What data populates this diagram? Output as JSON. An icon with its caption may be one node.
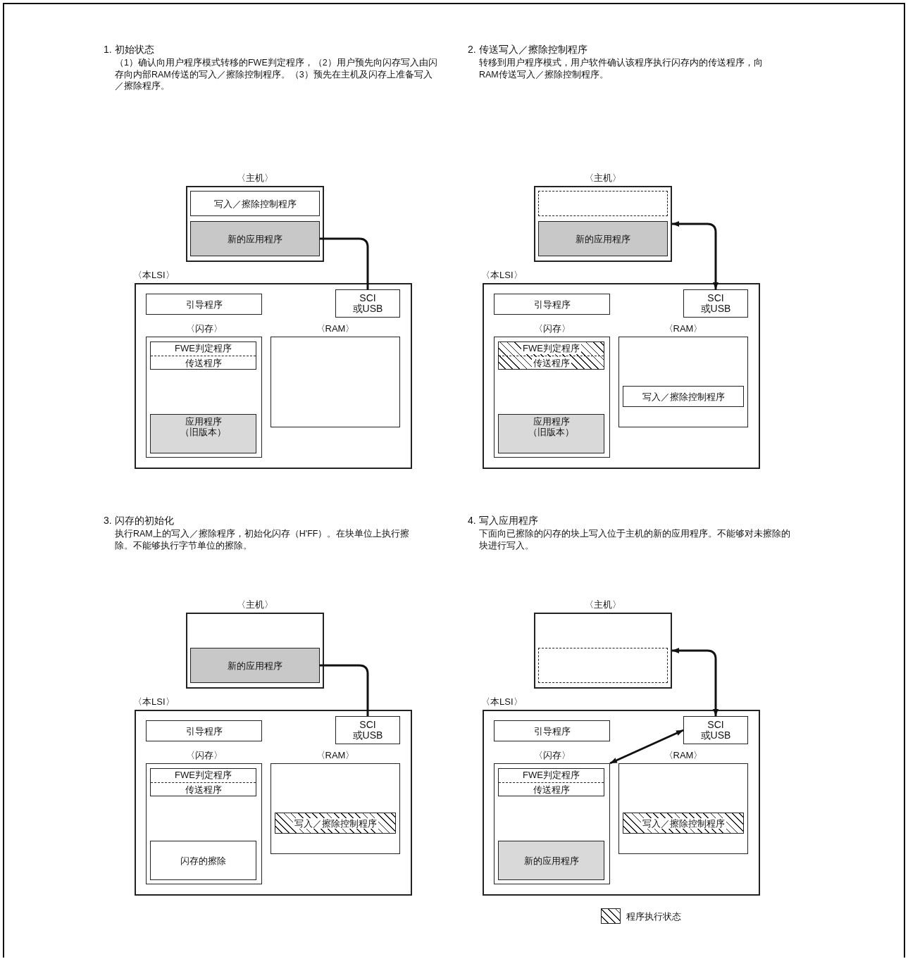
{
  "diagram": {
    "nodes": [
      {
        "text": [
          "〈主机〉"
        ]
      },
      {
        "text": [
          "写入／擦除控制程序"
        ],
        "in": 0
      },
      {
        "text": [
          "新的应用程序"
        ],
        "in": 0
      },
      {
        "text": [
          "〈本LSI〉"
        ]
      },
      {
        "text": [
          "引导程序"
        ],
        "in": 3
      },
      {
        "text": [
          "SCI 或USB"
        ],
        "in": 3
      },
      {
        "text": [
          "〈闪存〉"
        ],
        "in": 3
      },
      {
        "text": [
          "FWE判定程序",
          "传送程序"
        ],
        "in": 6
      },
      {
        "text": [
          "应用程序（旧版本）"
        ],
        "in": 6
      },
      {
        "text": [
          "〈RAM〉"
        ],
        "in": 3
      },
      {
        "text": [
          "〈主机〉"
        ]
      },
      {
        "text": [],
        "shape": "box",
        "in": 10
      },
      {
        "text": [
          "新的应用程序"
        ],
        "in": 10
      },
      {
        "text": [
          "〈本LSI〉"
        ]
      },
      {
        "text": [
          "引导程序"
        ],
        "in": 13
      },
      {
        "text": [
          "SCI 或USB"
        ],
        "in": 13
      },
      {
        "text": [
          "〈闪存〉"
        ],
        "in": 13
      },
      {
        "text": [
          "FWE判定程序",
          "传送程序"
        ],
        "in": 16
      },
      {
        "text": [
          "应用程序（旧版本）"
        ],
        "in": 16
      },
      {
        "text": [
          "〈RAM〉"
        ],
        "in": 13
      },
      {
        "text": [
          "写入／擦除控制程序"
        ],
        "in": 19
      },
      {
        "text": [
          "〈主机〉"
        ]
      },
      {
        "text": [
          "新的应用程序"
        ],
        "in": 21
      },
      {
        "text": [
          "〈本LSI〉"
        ]
      },
      {
        "text": [
          "引导程序"
        ],
        "in": 23
      },
      {
        "text": [
          "SCI 或USB"
        ],
        "in": 23
      },
      {
        "text": [
          "〈闪存〉"
        ],
        "in": 23
      },
      {
        "text": [
          "FWE判定程序",
          "传送程序"
        ],
        "in": 26
      },
      {
        "text": [
          "闪存的擦除"
        ],
        "in": 26
      },
      {
        "text": [
          "〈RAM〉"
        ],
        "in": 23
      },
      {
        "text": [
          "写入／擦除控制程序"
        ],
        "in": 29
      },
      {
        "text": [
          "〈主机〉"
        ]
      },
      {
        "text": [],
        "shape": "box",
        "in": 31
      },
      {
        "text": [
          "〈本LSI〉"
        ]
      },
      {
        "text": [
          "引导程序"
        ],
        "in": 33
      },
      {
        "text": [
          "SCI 或USB"
        ],
        "in": 33
      },
      {
        "text": [
          "〈闪存〉"
        ],
        "in": 33
      },
      {
        "text": [
          "FWE判定程序",
          "传送程序"
        ],
        "in": 36
      },
      {
        "text": [
          "新的应用程序"
        ],
        "in": 36
      },
      {
        "text": [
          "〈RAM〉"
        ],
        "in": 33
      },
      {
        "text": [
          "写入／擦除控制程序"
        ],
        "in": 39
      }
    ],
    "edges": [
      {
        "from": 2,
        "to": 5,
        "arrow": "none"
      },
      {
        "from": 15,
        "to": 10,
        "arrow": "both"
      },
      {
        "from": 22,
        "to": 25,
        "arrow": "none"
      },
      {
        "from": 35,
        "to": 31,
        "arrow": "both"
      },
      {
        "from": 35,
        "to": 36,
        "arrow": "both"
      }
    ],
    "labels": [
      "1. 初始状态",
      "（1）确认向用户程序模式转移的FWE判定程序，（2）用户预先向闪存写入由闪存向内部RAM传送的写入／擦除控制程序。（3）预先在主机及闪存上准备写入／擦除程序。",
      "2. 传送写入／擦除控制程序",
      "转移到用户程序模式，用户软件确认该程序执行闪存内的传送程序，向RAM传送写入／擦除控制程序。",
      "3. 闪存的初始化",
      "执行RAM上的写入／擦除程序，初始化闪存（H'FF）。在块单位上执行擦除。不能够执行字节单位的擦除。",
      "4. 写入应用程序",
      "下面向已擦除的闪存的块上写入位于主机的新的应用程序。不能够对未擦除的块进行写入。"
    ],
    "legend": [
      {
        "text": "程序执行状态"
      }
    ]
  }
}
